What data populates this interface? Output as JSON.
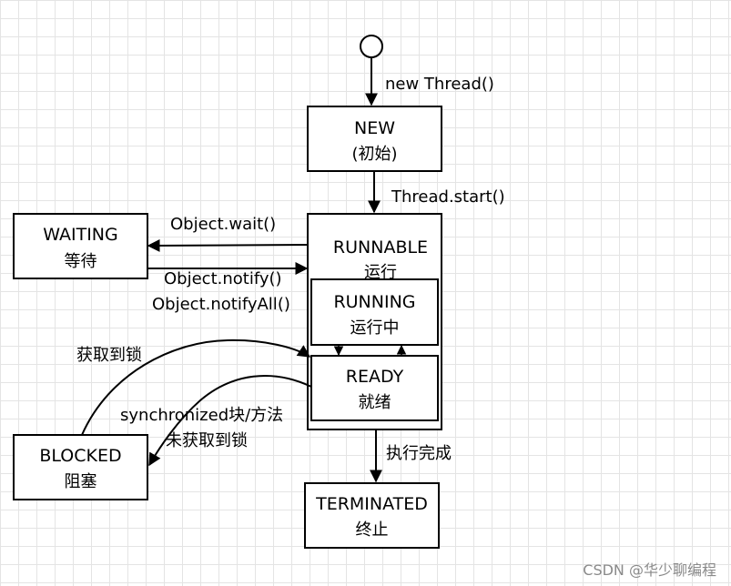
{
  "states": {
    "new": {
      "title": "NEW",
      "subtitle": "(初始)"
    },
    "waiting": {
      "title": "WAITING",
      "subtitle": "等待"
    },
    "runnable": {
      "title": "RUNNABLE",
      "subtitle": "运行"
    },
    "running": {
      "title": "RUNNING",
      "subtitle": "运行中"
    },
    "ready": {
      "title": "READY",
      "subtitle": "就绪"
    },
    "blocked": {
      "title": "BLOCKED",
      "subtitle": "阻塞"
    },
    "terminated": {
      "title": "TERMINATED",
      "subtitle": "终止"
    }
  },
  "transitions": {
    "start_to_new": "new Thread()",
    "new_to_runnable": "Thread.start()",
    "runnable_to_waiting": "Object.wait()",
    "waiting_to_runnable_1": "Object.notify()",
    "waiting_to_runnable_2": "Object.notifyAll()",
    "blocked_to_ready": "获取到锁",
    "ready_to_blocked_1": "synchronized块/方法",
    "ready_to_blocked_2": "未获取到锁",
    "runnable_to_terminated": "执行完成"
  },
  "watermark": "CSDN @华少聊编程",
  "colors": {
    "stroke": "#000000",
    "background": "#ffffff",
    "grid": "#e4e4e4"
  }
}
